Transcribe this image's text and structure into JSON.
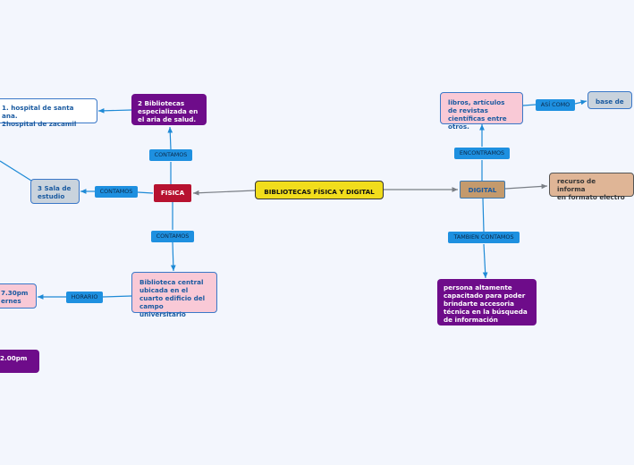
{
  "center": {
    "text": "BIBLIOTECAS FÍSICA Y DIGITAL"
  },
  "fisica": {
    "text": "FISICA"
  },
  "digital": {
    "text": "DIGITAL"
  },
  "connectors": {
    "contamos_top": "CONTAMOS",
    "contamos_left": "CONTAMOS",
    "contamos_bottom": "CONTAMOS",
    "horario": "HORARIO",
    "encontramos": "ENCONTRAMOS",
    "asi_como": "ASÍ COMO",
    "tambien_contamos": "TAMBIEN CONTAMOS"
  },
  "nodes": {
    "especializadas": "2 Bibliotecas especializada en el aria de salud.",
    "hospitales": "1. hospital de santa ana.\n2hospital de zacamil",
    "sala_estudio": "3 Sala de estudio",
    "biblioteca_central": "Biblioteca central ubicada en el cuarto edificio del campo universitario",
    "horario_1": "7.30pm\nernes",
    "horario_2": "2.00pm",
    "libros": "libros, artículos de revistas científicas entre otros.",
    "base_de": "base de",
    "recurso": "recurso de informa\nen formato electro",
    "persona": "persona altamente capacitado para poder brindarte accesoria técnica en la búsqueda de información"
  },
  "colors": {
    "center": "#f1dd1c",
    "fisica": "#b71230",
    "digital": "#c49a6c",
    "purple": "#6e0c8a",
    "pink": "#f9c9d6",
    "connector": "#1e90e0",
    "edge_blue": "#1e8ad6",
    "edge_grey": "#7a7f86"
  }
}
